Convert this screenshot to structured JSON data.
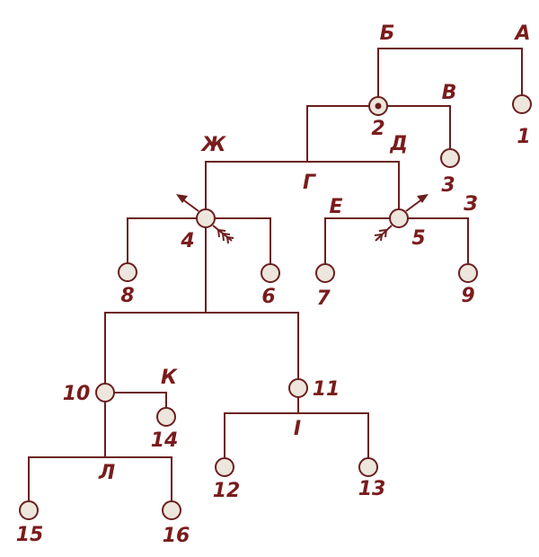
{
  "colors": {
    "line": "#6b1e1e",
    "label": "#7a1c1c",
    "node_fill": "#ede6dc",
    "background": "#ffffff"
  },
  "junction_labels": {
    "A": "А",
    "B": "Б",
    "V": "В",
    "G": "Г",
    "D": "Д",
    "E": "Е",
    "Zh": "Ж",
    "Z": "З",
    "I": "І",
    "K": "К",
    "L": "Л"
  },
  "node_labels": {
    "n1": "1",
    "n2": "2",
    "n3": "3",
    "n4": "4",
    "n5": "5",
    "n6": "6",
    "n7": "7",
    "n8": "8",
    "n9": "9",
    "n10": "10",
    "n11": "11",
    "n12": "12",
    "n13": "13",
    "n14": "14",
    "n15": "15",
    "n16": "16"
  }
}
